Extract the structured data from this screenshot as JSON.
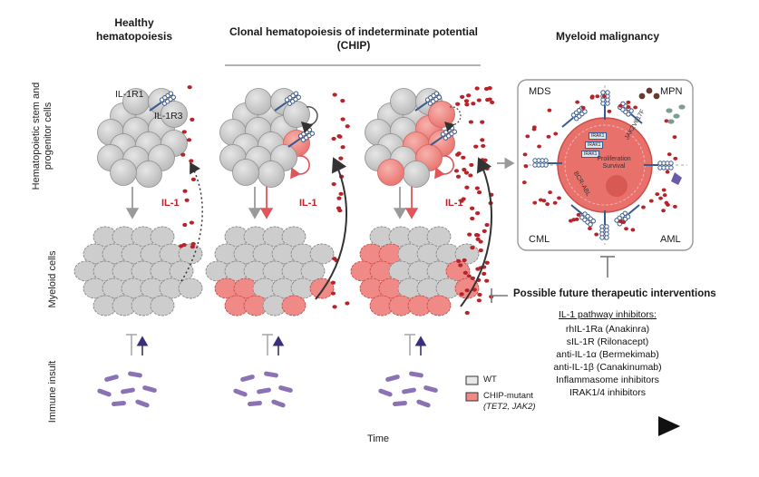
{
  "columns": {
    "healthy": "Healthy\nhematopoiesis",
    "chip": "Clonal hematopoiesis of indeterminate potential\n(CHIP)",
    "malignancy": "Myeloid malignancy"
  },
  "row_labels": {
    "hspc": "Hematopoietic stem and\nprogenitor cells",
    "myeloid": "Myeloid cells",
    "insult": "Immune insult"
  },
  "receptor_labels": {
    "r1": "IL-1R1",
    "r3": "IL-1R3"
  },
  "il1_label": "IL-1",
  "malignancy_box": {
    "quadrants": [
      "MDS",
      "MPN",
      "CML",
      "AML"
    ],
    "irak": [
      "IRAK1",
      "IRAK1",
      "IRAK1"
    ],
    "center_text": [
      "Proliferation",
      "Survival"
    ],
    "jak2": "JAK2V617F",
    "bcr_abl": "BCR-ABL"
  },
  "legend": {
    "wt": "WT",
    "mutant": "CHIP-mutant",
    "mutant_genes": "(TET2, JAK2)"
  },
  "therapy": {
    "heading": "Possible future therapeutic interventions",
    "subheading": "IL-1 pathway inhibitors:",
    "items": [
      "rhIL-1Ra (Anakinra)",
      "sIL-1R (Rilonacept)",
      "anti-IL-1α (Bermekimab)",
      "anti-IL-1β (Canakinumab)",
      "Inflammasome inhibitors",
      "IRAK1/4 inhibitors"
    ]
  },
  "time_label": "Time",
  "colors": {
    "wt_cell": "#c9c9c9",
    "mutant_cell": "#f08a86",
    "il1": "#b8232a",
    "bacteria": "#8a72b4",
    "receptor": "#3a5a8c",
    "arrow_purple": "#3d2e7c"
  }
}
